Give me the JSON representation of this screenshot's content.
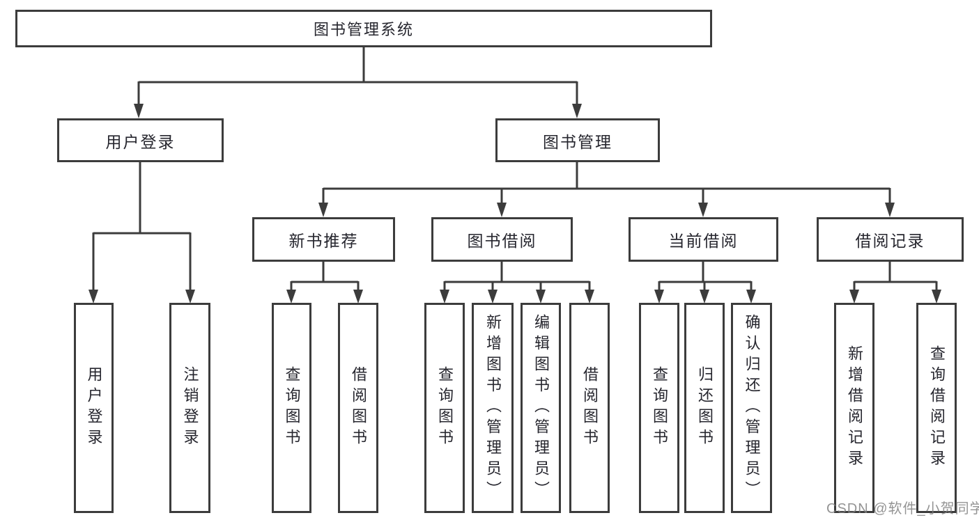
{
  "diagram": {
    "root": {
      "label": "图书管理系统",
      "children": [
        {
          "label": "用户登录",
          "children": [
            {
              "label": "用户登录"
            },
            {
              "label": "注销登录"
            }
          ]
        },
        {
          "label": "图书管理",
          "children": [
            {
              "label": "新书推荐",
              "children": [
                {
                  "label": "查询图书"
                },
                {
                  "label": "借阅图书"
                }
              ]
            },
            {
              "label": "图书借阅",
              "children": [
                {
                  "label": "查询图书"
                },
                {
                  "label": "新增图书（管理员）"
                },
                {
                  "label": "编辑图书（管理员）"
                },
                {
                  "label": "借阅图书"
                }
              ]
            },
            {
              "label": "当前借阅",
              "children": [
                {
                  "label": "查询图书"
                },
                {
                  "label": "归还图书"
                },
                {
                  "label": "确认归还（管理员）"
                }
              ]
            },
            {
              "label": "借阅记录",
              "children": [
                {
                  "label": "新增借阅记录"
                },
                {
                  "label": "查询借阅记录"
                }
              ]
            }
          ]
        }
      ]
    }
  },
  "watermark": "CSDN @软件_小贺同学",
  "colors": {
    "line": "#3c3c3c",
    "text": "#26262e",
    "background": "#ffffff",
    "watermark": "#7d7d7d"
  }
}
